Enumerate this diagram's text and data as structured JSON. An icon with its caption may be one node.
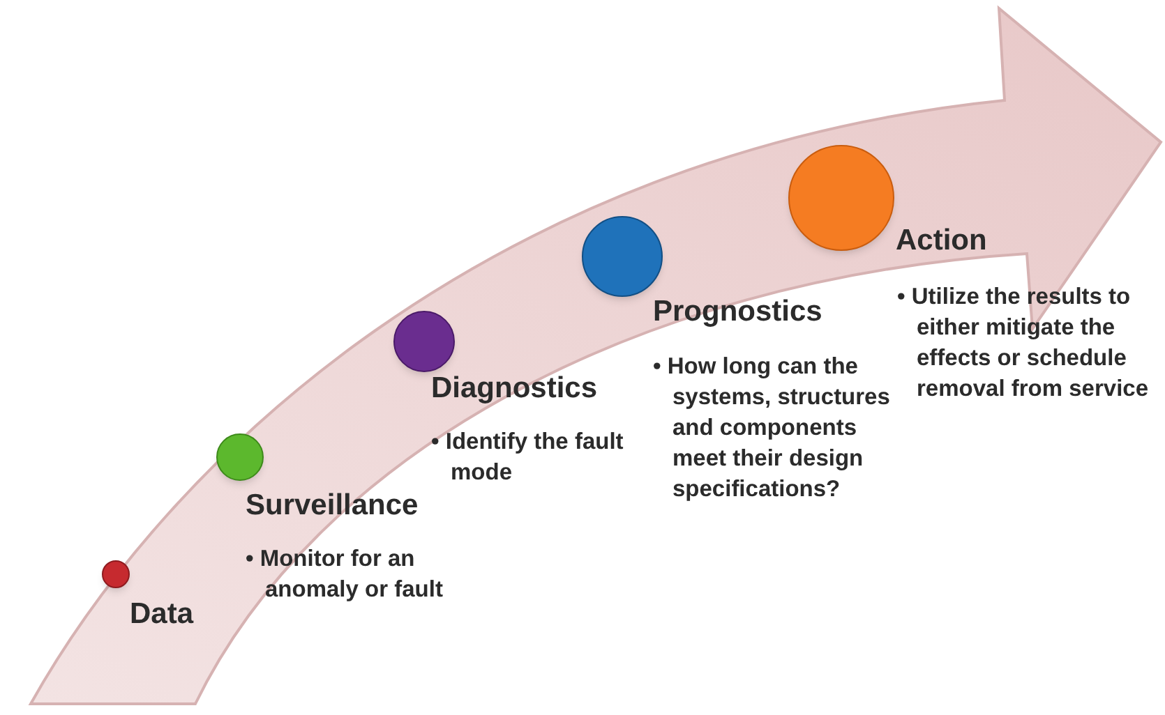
{
  "diagram": {
    "nodes": [
      {
        "text": [],
        "shape": "circle",
        "beside": [
          "Data"
        ]
      },
      {
        "text": [],
        "shape": "circle",
        "beside": [
          "Surveillance",
          "• Monitor for an anomaly or fault"
        ]
      },
      {
        "text": [],
        "shape": "circle",
        "beside": [
          "Diagnostics",
          "• Identify the fault mode"
        ]
      },
      {
        "text": [],
        "shape": "circle",
        "beside": [
          "Prognostics",
          "• How long can the systems, structures and components meet their design specifications?"
        ]
      },
      {
        "text": [],
        "shape": "circle",
        "beside": [
          "Action",
          "• Utilize the results to either mitigate the effects or schedule removal from service"
        ]
      }
    ],
    "edges": []
  }
}
